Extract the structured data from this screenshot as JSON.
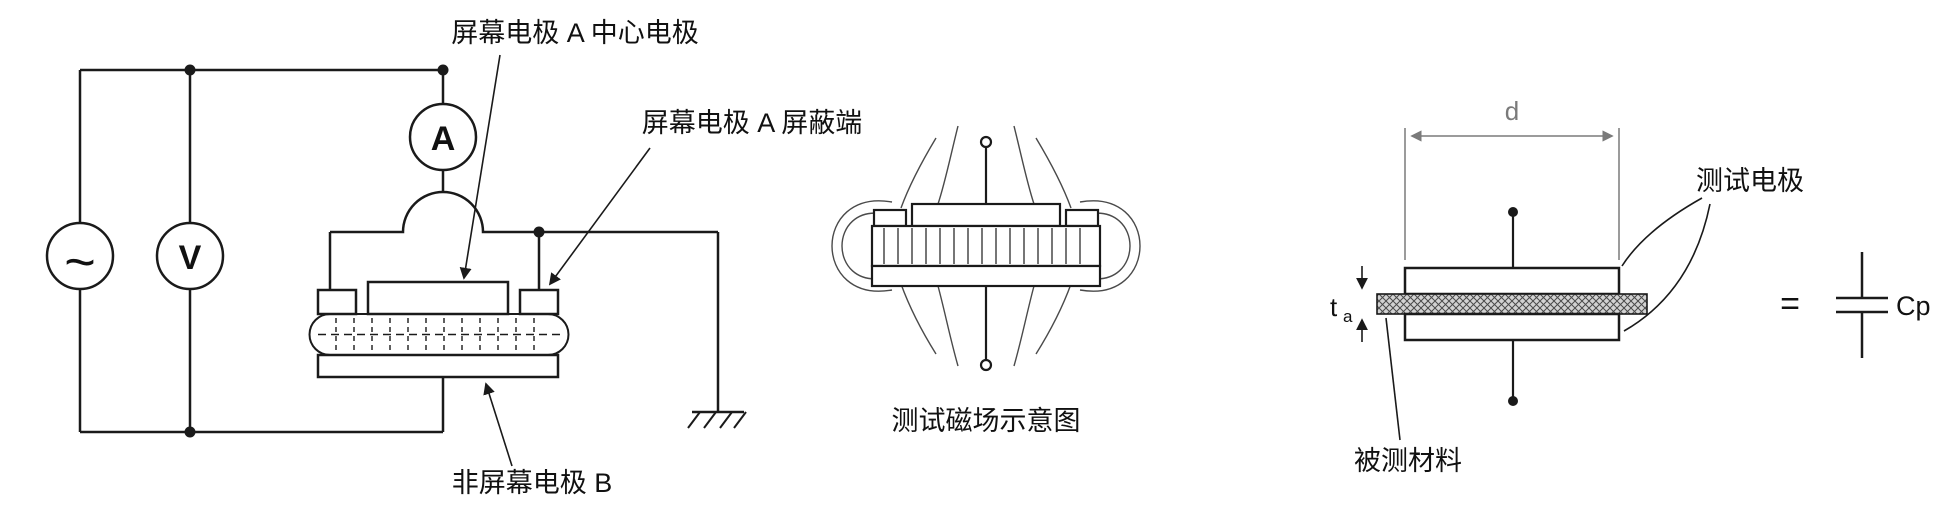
{
  "figure": {
    "background": "#ffffff",
    "line_color": "#1a1a1a",
    "dim_color": "#7a7a7a"
  },
  "left_diagram": {
    "ac_source_symbol": "~",
    "voltmeter_symbol": "V",
    "ammeter_symbol": "A",
    "label_center_electrode": "屏幕电极 A 中心电极",
    "label_shield_terminal": "屏幕电极 A 屏蔽端",
    "label_unguarded_electrode": "非屏幕电极 B"
  },
  "middle_diagram": {
    "caption": "测试磁场示意图"
  },
  "right_diagram": {
    "diameter_label": "d",
    "thickness_label_main": "t",
    "thickness_label_sub": "a",
    "electrode_label": "测试电极",
    "material_label": "被测材料",
    "equals_symbol": "=",
    "capacitance_label": "Cp"
  }
}
